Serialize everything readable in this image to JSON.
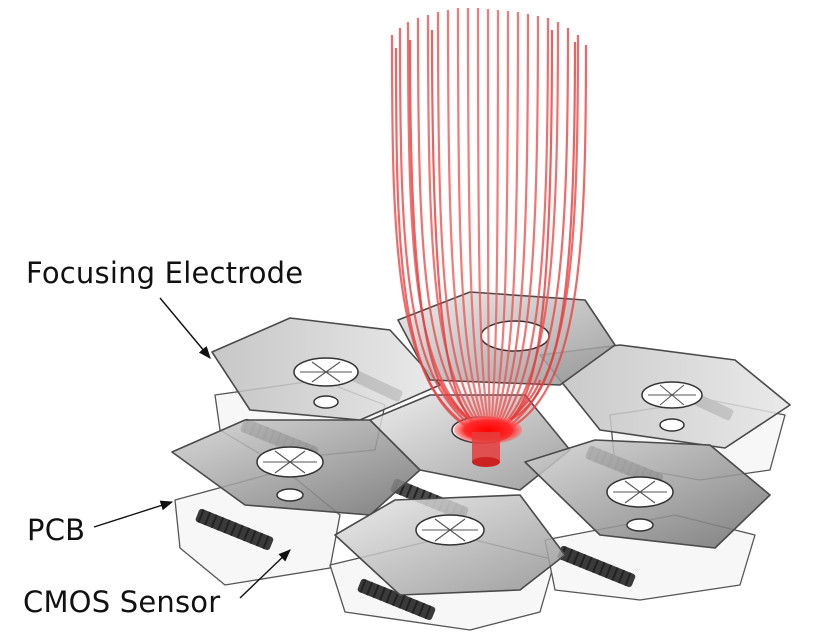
{
  "labels": {
    "focusing_electrode": "Focusing Electrode",
    "pcb": "PCB",
    "cmos_sensor": "CMOS Sensor"
  },
  "colors": {
    "beam": "#ee3b3b",
    "beam_core": "#ff1010",
    "plate_light": "#d8d8d8",
    "plate_dark": "#8c8c8c",
    "outline": "#333333"
  }
}
